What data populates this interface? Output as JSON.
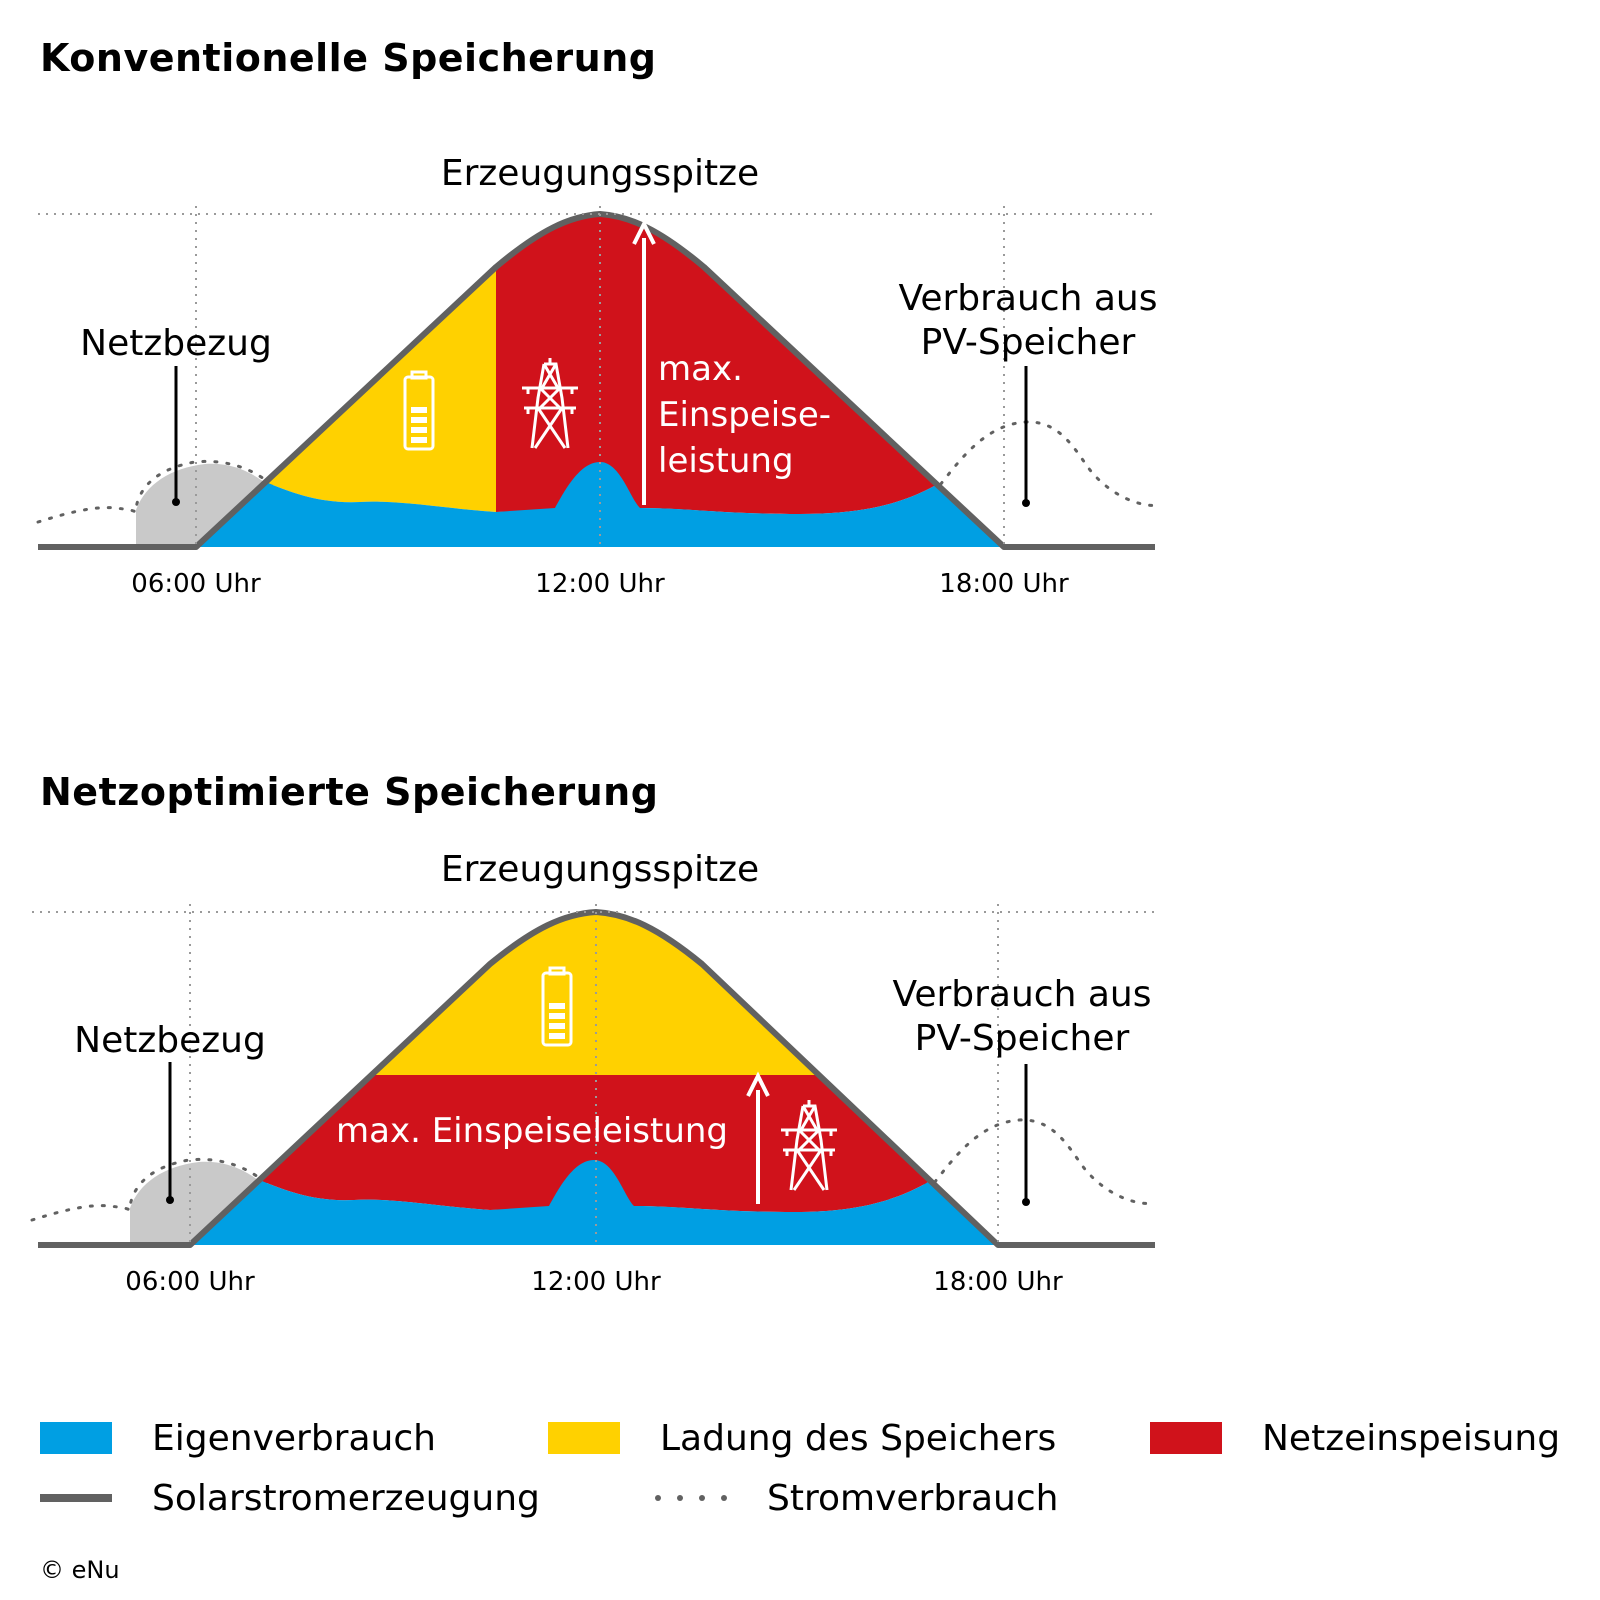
{
  "colors": {
    "eigenverbrauch": "#009fe3",
    "ladung": "#ffd100",
    "netzeinspeisung": "#d0121b",
    "solar_line": "#616161",
    "netzbezug_area": "#c9c9c9"
  },
  "diagram1": {
    "title": "Konventionelle Speicherung",
    "peak_label": "Erzeugungsspitze",
    "netzbezug_label": "Netzbezug",
    "verbrauch_label_line1": "Verbrauch aus",
    "verbrauch_label_line2": "PV-Speicher",
    "einspeise_line1": "max.",
    "einspeise_line2": "Einspeise-",
    "einspeise_line3": "leistung",
    "ticks": [
      "06:00 Uhr",
      "12:00 Uhr",
      "18:00 Uhr"
    ],
    "icons": [
      "battery-icon",
      "power-pylon-icon"
    ]
  },
  "diagram2": {
    "title": "Netzoptimierte Speicherung",
    "peak_label": "Erzeugungsspitze",
    "netzbezug_label": "Netzbezug",
    "verbrauch_label_line1": "Verbrauch aus",
    "verbrauch_label_line2": "PV-Speicher",
    "einspeise_label": "max. Einspeiseleistung",
    "ticks": [
      "06:00 Uhr",
      "12:00 Uhr",
      "18:00 Uhr"
    ],
    "icons": [
      "battery-icon",
      "power-pylon-icon"
    ]
  },
  "legend": {
    "eigenverbrauch": "Eigenverbrauch",
    "ladung": "Ladung des Speichers",
    "netzeinspeisung": "Netzeinspeisung",
    "solar": "Solarstromerzeugung",
    "verbrauch": "Stromverbrauch"
  },
  "copyright": "© eNu"
}
